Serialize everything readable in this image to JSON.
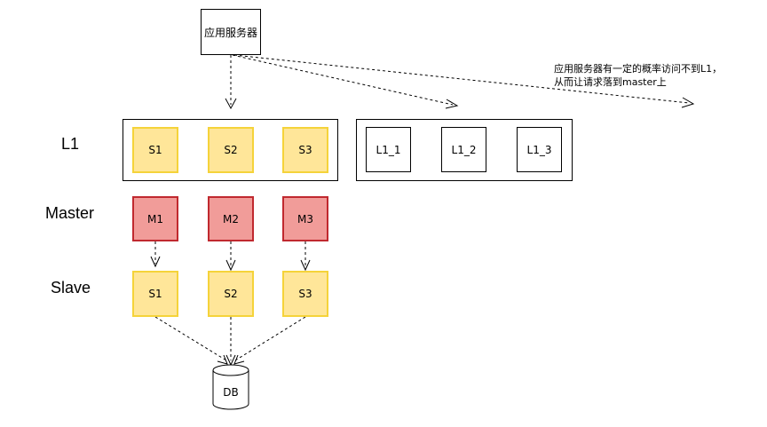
{
  "app_server": {
    "label": "应用服务器"
  },
  "note": {
    "line1": "应用服务器有一定的概率访问不到L1，",
    "line2": "从而让请求落到master上"
  },
  "rows": {
    "l1": "L1",
    "master": "Master",
    "slave": "Slave"
  },
  "l1_nodes": [
    "S1",
    "S2",
    "S3"
  ],
  "l1_replicas": [
    "L1_1",
    "L1_2",
    "L1_3"
  ],
  "master_nodes": [
    "M1",
    "M2",
    "M3"
  ],
  "slave_nodes": [
    "S1",
    "S2",
    "S3"
  ],
  "db": {
    "label": "DB"
  },
  "colors": {
    "yellow_fill": "#ffe699",
    "yellow_border": "#f5d33a",
    "red_fill": "#f19c99",
    "red_border": "#c0292f"
  }
}
